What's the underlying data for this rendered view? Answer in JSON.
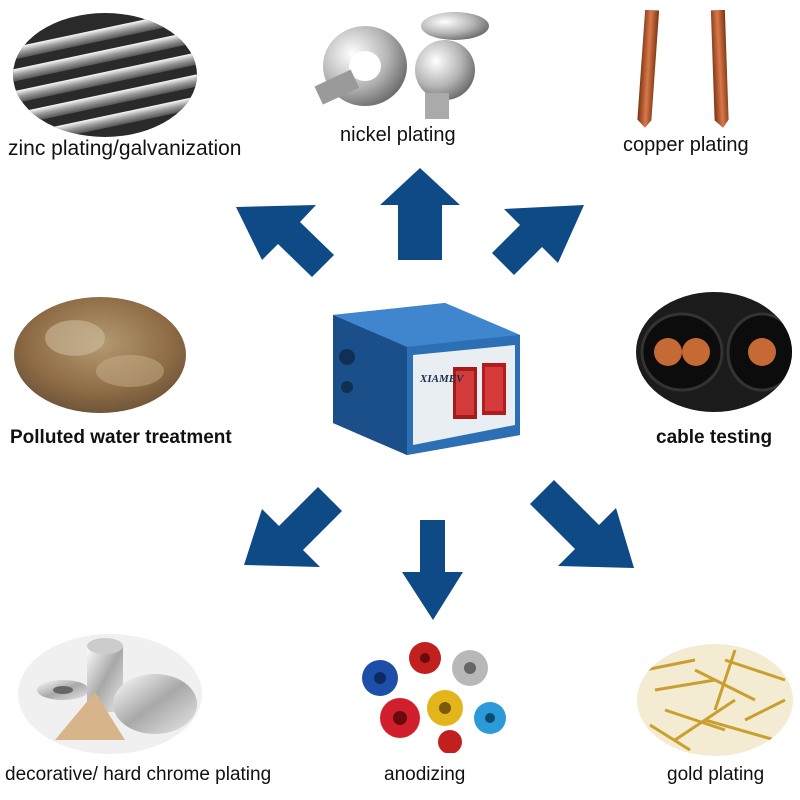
{
  "applications": {
    "zinc": "zinc plating/galvanization",
    "nickel": "nickel plating",
    "copper": "copper plating",
    "water": "Polluted water treatment",
    "cable": "cable testing",
    "chrome": "decorative/ hard chrome plating",
    "anodizing": "anodizing",
    "gold": "gold plating"
  },
  "center": {
    "brand": "XIAMEV"
  },
  "colors": {
    "arrow": "#0d4a86",
    "machine": "#2d6fb5"
  }
}
